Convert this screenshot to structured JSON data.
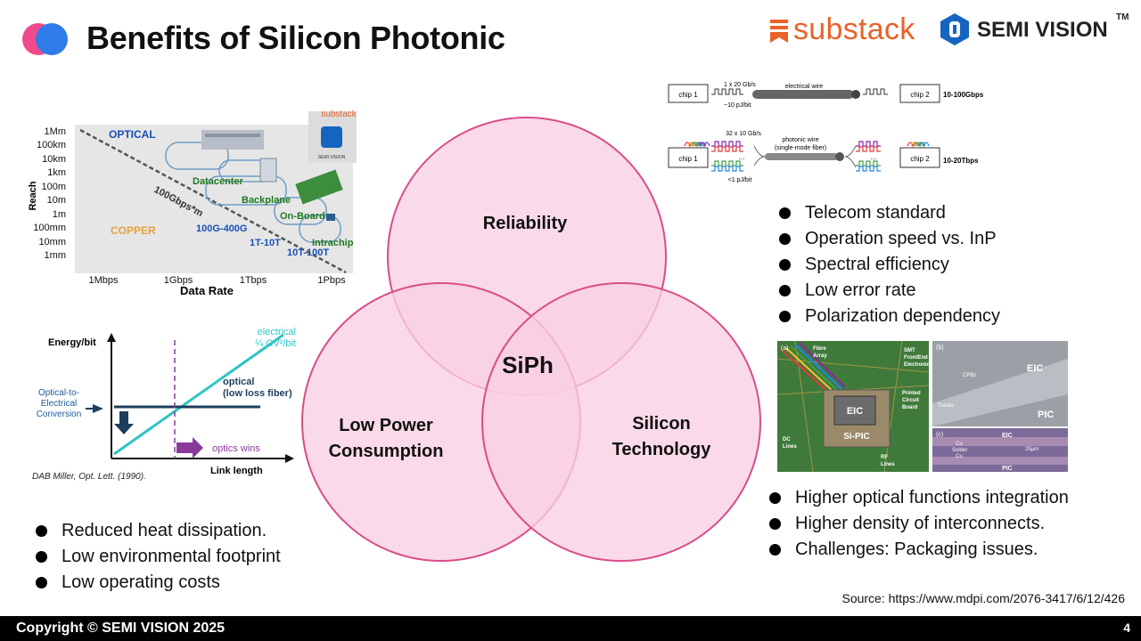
{
  "title": "Benefits of Silicon Photonic",
  "logos": {
    "substack": "substack",
    "semivision": "SEMI VISION",
    "tm": "TM"
  },
  "venn": {
    "top": "Reliability",
    "left_line1": "Low Power",
    "left_line2": "Consumption",
    "right_line1": "Silicon",
    "right_line2": "Technology",
    "center": "SiPh",
    "circle_color": "#f8cfe1",
    "outline_color": "#d94c8a"
  },
  "reach_chart": {
    "ylabel": "Reach",
    "xlabel": "Data Rate",
    "y_ticks": [
      "1Mm",
      "100km",
      "10km",
      "1km",
      "100m",
      "10m",
      "1m",
      "100mm",
      "10mm",
      "1mm"
    ],
    "x_ticks": [
      "1Mbps",
      "1Gbps",
      "1Tbps",
      "1Pbps"
    ],
    "optical": "OPTICAL",
    "copper": "COPPER",
    "line_label": "100Gbps*m",
    "labels": [
      "Datacenter",
      "Backplane",
      "On-Board",
      "Intrachip",
      "100G-400G",
      "1T-10T",
      "10T-100T"
    ],
    "watermark": "substack",
    "watermark2": "SEMI VISION"
  },
  "energy_chart": {
    "ylabel": "Energy/bit",
    "xlabel": "Link length",
    "electrical": "electrical",
    "electrical_formula": "¼ CV²/bit",
    "optical": "optical",
    "optical_sub": "(low loss fiber)",
    "conversion_l1": "Optical-to-",
    "conversion_l2": "Electrical",
    "conversion_l3": "Conversion",
    "optics_wins": "optics wins",
    "citation": "DAB Miller, Opt. Lett. (1990)."
  },
  "wire_diagram": {
    "chip1": "chip 1",
    "chip2": "chip 2",
    "electrical_rate": "1 x 20 Gb/s",
    "electrical_energy": "~10 pJ/bit",
    "electrical_wire": "electrical wire",
    "electrical_bw": "10-100Gbps",
    "photonic_rate": "32 x 10 Gb/s",
    "photonic_wire": "photonic wire",
    "photonic_sub": "(single-mode fiber)",
    "photonic_energy": "<1 pJ/bit",
    "photonic_bw": "10-20Tbps"
  },
  "package_photo": {
    "a": "(a)",
    "b": "(b)",
    "c": "(c)",
    "fibre_l1": "Fibre",
    "fibre_l2": "Array",
    "smt_l1": "SMT",
    "smt_l2": "FrontEnd",
    "smt_l3": "Electronics",
    "pcb_l1": "Printed",
    "pcb_l2": "Circuit",
    "pcb_l3": "Board",
    "eic": "EIC",
    "sipic": "Si-PIC",
    "dc_l1": "DC",
    "dc_l2": "Lines",
    "rf_l1": "RF",
    "rf_l2": "Lines",
    "cpbs": "CPBs",
    "tracks": "Tracks",
    "pic": "PIC",
    "cu": "Cu",
    "solder": "Solder",
    "um": "25µm"
  },
  "bullets_top_right": [
    "Telecom standard",
    "Operation speed vs. InP",
    "Spectral efficiency",
    "Low error rate",
    "Polarization dependency"
  ],
  "bullets_bottom_right": [
    "Higher optical functions integration",
    "Higher density of interconnects.",
    "Challenges: Packaging issues."
  ],
  "bullets_bottom_left": [
    "Reduced heat dissipation.",
    "Low environmental footprint",
    "Low operating costs"
  ],
  "source": "Source: https://www.mdpi.com/2076-3417/6/12/426",
  "footer": {
    "copyright": "Copyright © SEMI VISION 2025",
    "page": "4"
  }
}
